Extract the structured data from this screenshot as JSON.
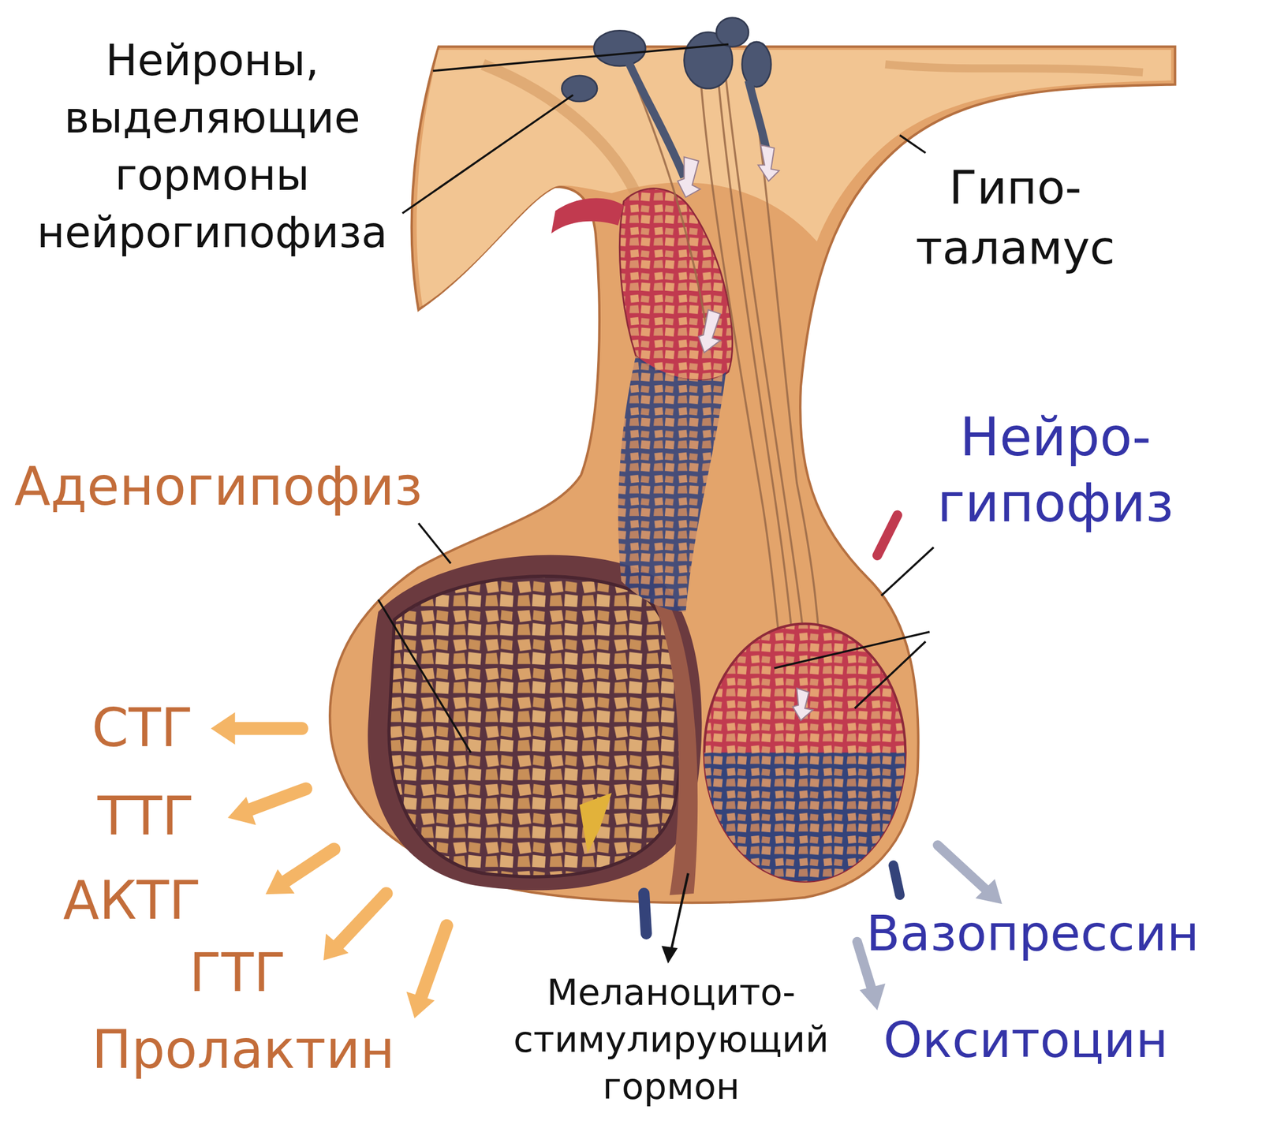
{
  "diagram": {
    "labels": [
      "Нейроны, выделяющие гормоны нейрогипофиза",
      "Гипо- таламус",
      "Нейро- гипофиз",
      "Аденогипофиз",
      "СТГ",
      "ТТГ",
      "АКТГ",
      "ГТГ",
      "Пролактин",
      "Вазопрессин",
      "Меланоцито- стимулирующий гормон",
      "Окситоцин"
    ]
  }
}
